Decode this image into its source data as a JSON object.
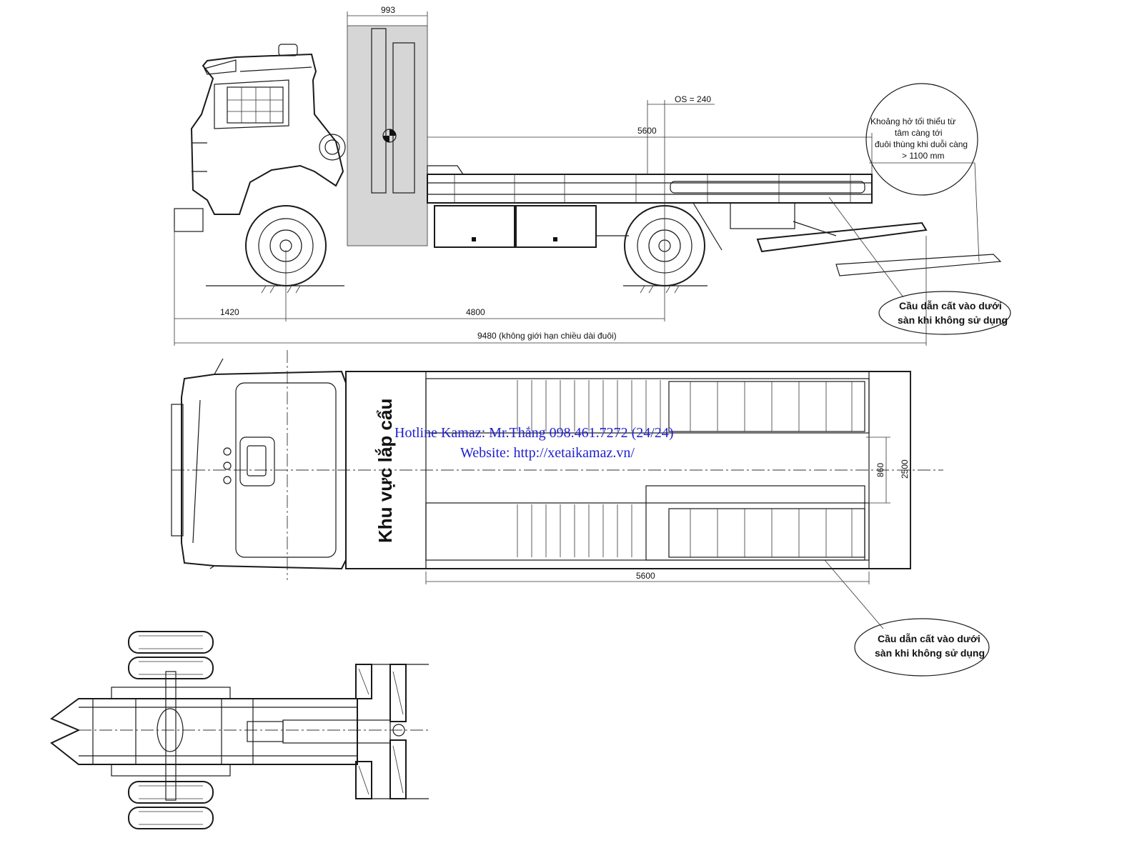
{
  "dimensions": {
    "crane_width": "993",
    "overhang": "OS = 240",
    "body_length_side": "5600",
    "front_overhang": "1420",
    "wheelbase": "4800",
    "total_length": "9480 (không giới hạn chiều dài đuôi)",
    "track_inner": "860",
    "body_width": "2500",
    "body_length_top": "5600"
  },
  "clearance_note": {
    "line1": "Khoảng hở tối thiểu từ",
    "line2": "tâm càng tới",
    "line3": "đuôi thùng khi duỗi càng",
    "line4": "> 1100 mm"
  },
  "callout_side": {
    "line1": "Cầu dẫn cất vào dưới",
    "line2": "sàn khi không sử dụng"
  },
  "callout_top": {
    "line1": "Cầu dẫn cất vào dưới",
    "line2": "sàn khi không sử dụng"
  },
  "crane_area_label": "Khu vực lắp cẩu",
  "watermark": {
    "hotline": "Hotline Kamaz: Mr.Thắng 098.461.7272  (24/24)",
    "website": "Website: http://xetaikamaz.vn/"
  }
}
